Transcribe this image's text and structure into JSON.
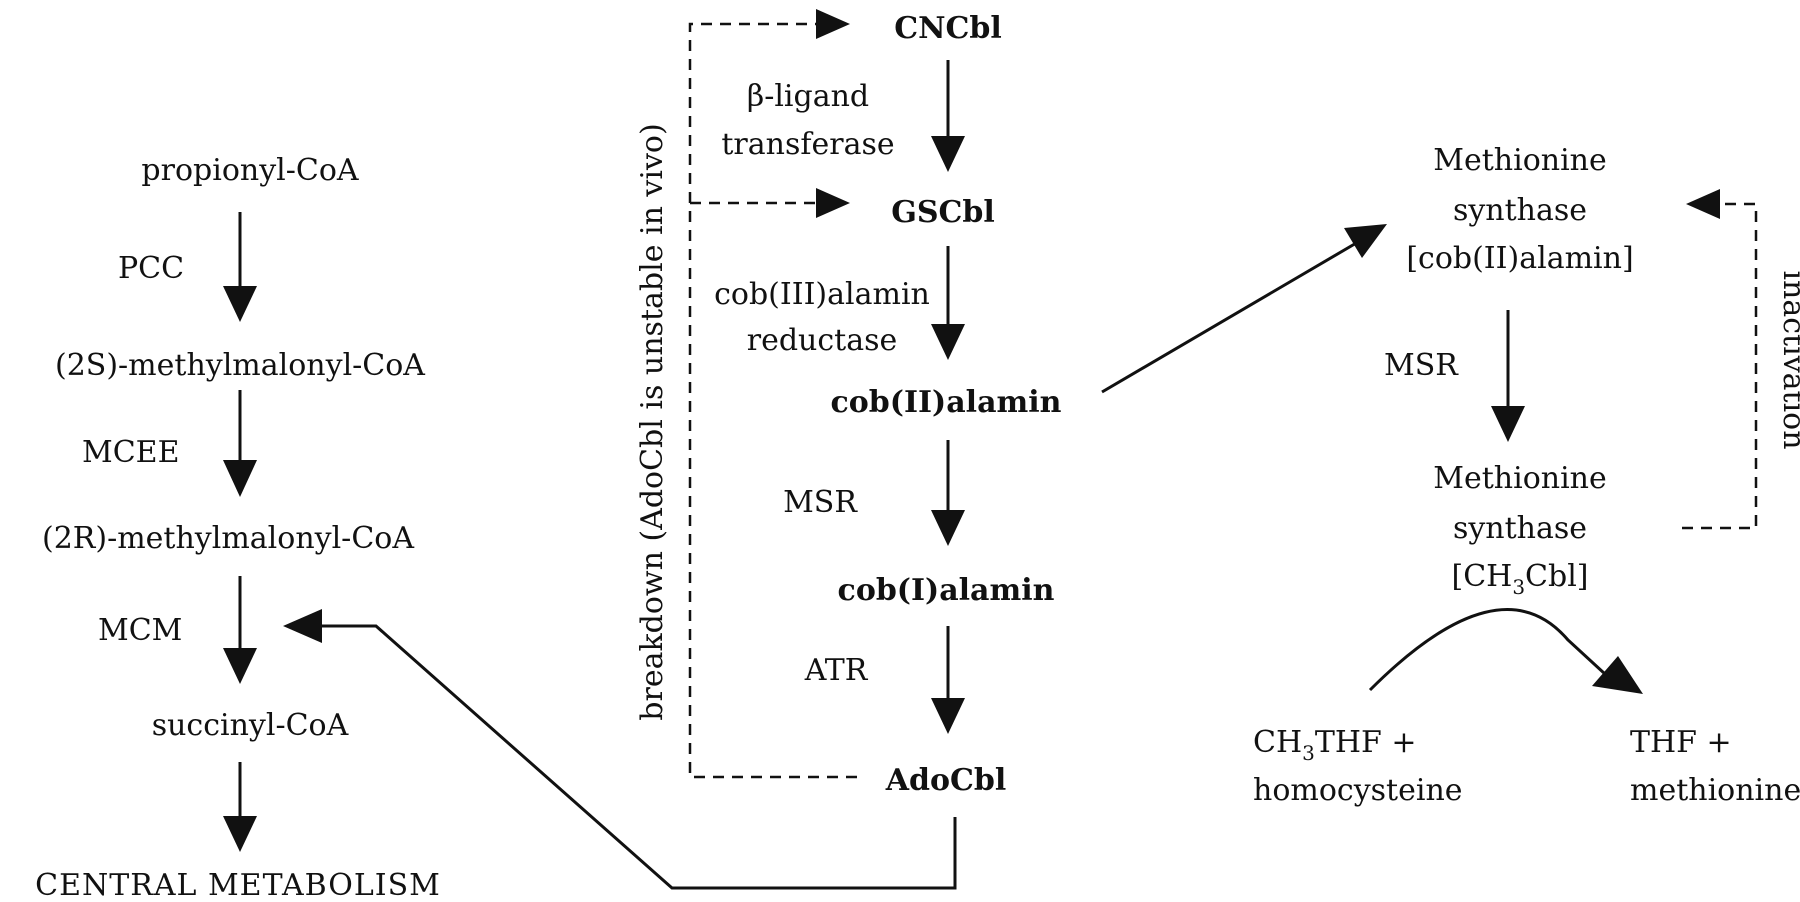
{
  "left_pathway": {
    "propionyl_coa": "propionyl-CoA",
    "pcc": "PCC",
    "s_methylmalonyl": "(2S)-methylmalonyl-CoA",
    "mcee": "MCEE",
    "r_methylmalonyl": "(2R)-methylmalonyl-CoA",
    "mcm": "MCM",
    "succinyl_coa": "succinyl-CoA",
    "central_metabolism": "CENTRAL METABOLISM"
  },
  "middle_pathway": {
    "cncbl": "CNCbl",
    "beta_ligand_line1": "β-ligand",
    "beta_ligand_line2": "transferase",
    "gscbl": "GSCbl",
    "reductase_line1": "cob(III)alamin",
    "reductase_line2": "reductase",
    "cob_ii": "cob(II)alamin",
    "msr": "MSR",
    "cob_i": "cob(I)alamin",
    "atr": "ATR",
    "adocbl": "AdoCbl",
    "breakdown": "breakdown (AdoCbl is unstable in vivo)"
  },
  "right_pathway": {
    "ms_top_line1": "Methionine",
    "ms_top_line2": "synthase",
    "ms_top_line3": "[cob(II)alamin]",
    "msr": "MSR",
    "ms_bottom_line1": "Methionine",
    "ms_bottom_line2": "synthase",
    "ms_bottom_line3_pre": "[CH",
    "ms_bottom_line3_sub": "3",
    "ms_bottom_line3_post": "Cbl]",
    "inactivation": "inactivation",
    "substrate_pre": "CH",
    "substrate_sub": "3",
    "substrate_post": "THF +",
    "substrate_line2": "homocysteine",
    "product_line1": "THF +",
    "product_line2": "methionine"
  }
}
